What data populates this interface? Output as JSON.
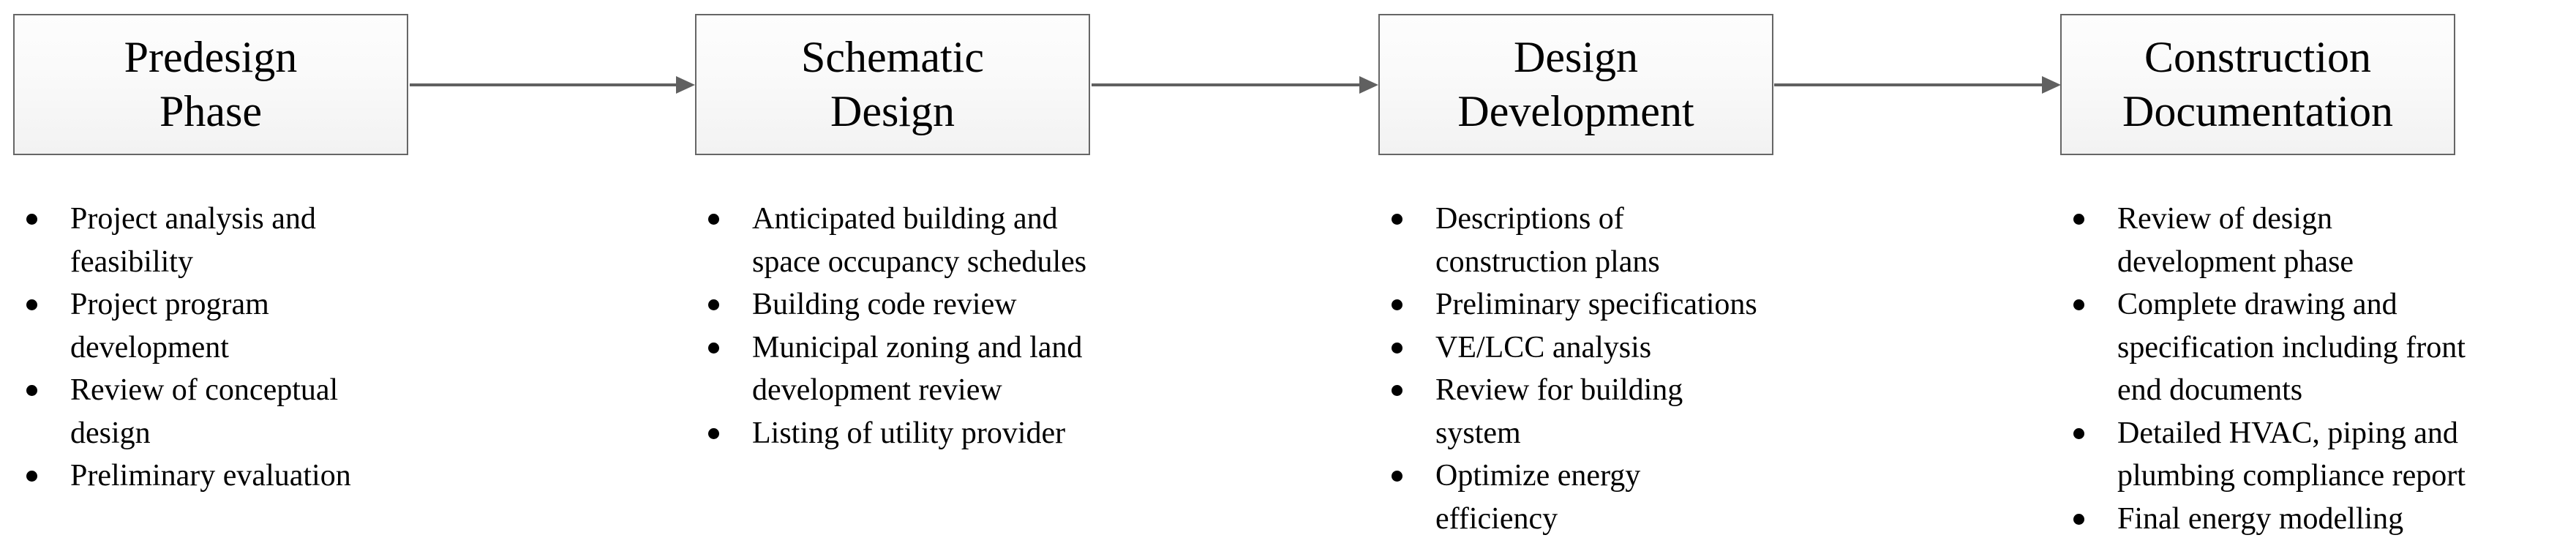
{
  "diagram": {
    "type": "process-flow",
    "direction": "left-to-right",
    "colors": {
      "box_border": "#666666",
      "box_fill_top": "#fdfdfd",
      "box_fill_bottom": "#f2f2f2",
      "connector": "#606060",
      "text": "#000000"
    },
    "phases": [
      {
        "title_lines": [
          "Predesign",
          "Phase"
        ],
        "bullets": [
          {
            "lines": [
              "Project analysis and",
              "feasibility"
            ]
          },
          {
            "lines": [
              "Project program",
              "development"
            ]
          },
          {
            "lines": [
              "Review of conceptual",
              "design"
            ]
          },
          {
            "lines": [
              "Preliminary evaluation"
            ]
          }
        ]
      },
      {
        "title_lines": [
          "Schematic",
          "Design"
        ],
        "bullets": [
          {
            "lines": [
              "Anticipated building and",
              "space occupancy schedules"
            ]
          },
          {
            "lines": [
              "Building code review"
            ]
          },
          {
            "lines": [
              "Municipal zoning and land",
              "development review"
            ]
          },
          {
            "lines": [
              "Listing of utility provider"
            ]
          }
        ]
      },
      {
        "title_lines": [
          "Design",
          "Development"
        ],
        "bullets": [
          {
            "lines": [
              "Descriptions of",
              "construction plans"
            ]
          },
          {
            "lines": [
              "Preliminary specifications"
            ]
          },
          {
            "lines": [
              "VE/LCC analysis"
            ]
          },
          {
            "lines": [
              "Review for building",
              "system"
            ]
          },
          {
            "lines": [
              "Optimize energy",
              "efficiency"
            ]
          }
        ]
      },
      {
        "title_lines": [
          "Construction",
          "Documentation"
        ],
        "bullets": [
          {
            "lines": [
              "Review of design",
              "development phase"
            ]
          },
          {
            "lines": [
              "Complete drawing and",
              "specification including front",
              "end documents"
            ]
          },
          {
            "lines": [
              "Detailed HVAC, piping and",
              "plumbing compliance report"
            ]
          },
          {
            "lines": [
              "Final energy modelling"
            ]
          }
        ]
      }
    ],
    "connectors": [
      {
        "from": "Predesign Phase",
        "to": "Schematic Design"
      },
      {
        "from": "Schematic Design",
        "to": "Design Development"
      },
      {
        "from": "Design Development",
        "to": "Construction Documentation"
      }
    ]
  }
}
